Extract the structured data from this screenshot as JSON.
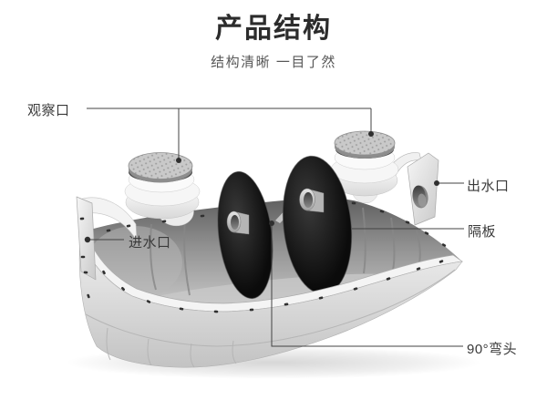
{
  "header": {
    "title": "产品结构",
    "subtitle": "结构清晰 一目了然"
  },
  "callouts": {
    "observation_port": "观察口",
    "water_outlet": "出水口",
    "partition": "隔板",
    "water_inlet": "进水口",
    "elbow_90": "90°弯头"
  },
  "illustration": {
    "description": "cutaway 3d render of a two-chamber septic tank",
    "parts": [
      "observation-lid-1",
      "observation-lid-2",
      "partition-disc-1",
      "partition-disc-2",
      "elbow-stub-1",
      "elbow-stub-2",
      "inlet-flange",
      "outlet-bracket",
      "tank-shell"
    ]
  },
  "colors": {
    "background": "#ffffff",
    "title_text": "#2c2c2c",
    "subtitle_text": "#575757",
    "label_text": "#3a3a3a",
    "callout_line": "#434343",
    "partition_dark": "#0b0b0b",
    "tank_light": "#f2f2f2",
    "tank_mid": "#c6c6c6",
    "interior_dark": "#5f5f5f"
  }
}
